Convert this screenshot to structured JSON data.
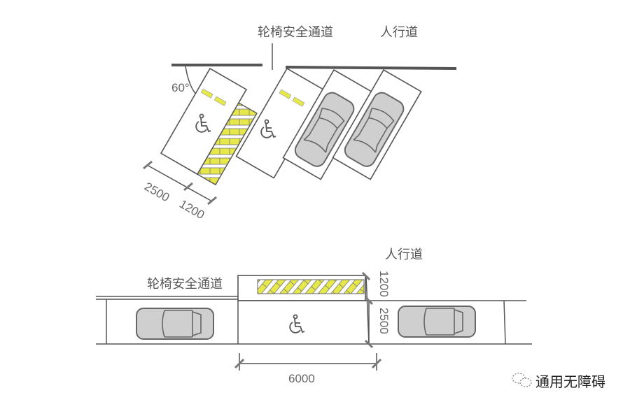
{
  "top_diagram": {
    "channel_label": "轮椅安全通道",
    "sidewalk_label": "人行道",
    "angle_label": "60°",
    "dim_stall_width": "2500",
    "dim_channel_width": "1200"
  },
  "bottom_diagram": {
    "channel_label": "轮椅安全通道",
    "sidewalk_label": "人行道",
    "dim_channel_depth": "1200",
    "dim_stall_depth": "2500",
    "dim_stall_length": "6000"
  },
  "watermark": {
    "text": "通用无障碍"
  },
  "colors": {
    "hatch": "#e6e84a",
    "line": "#555555",
    "car": "#cfcfcf"
  }
}
